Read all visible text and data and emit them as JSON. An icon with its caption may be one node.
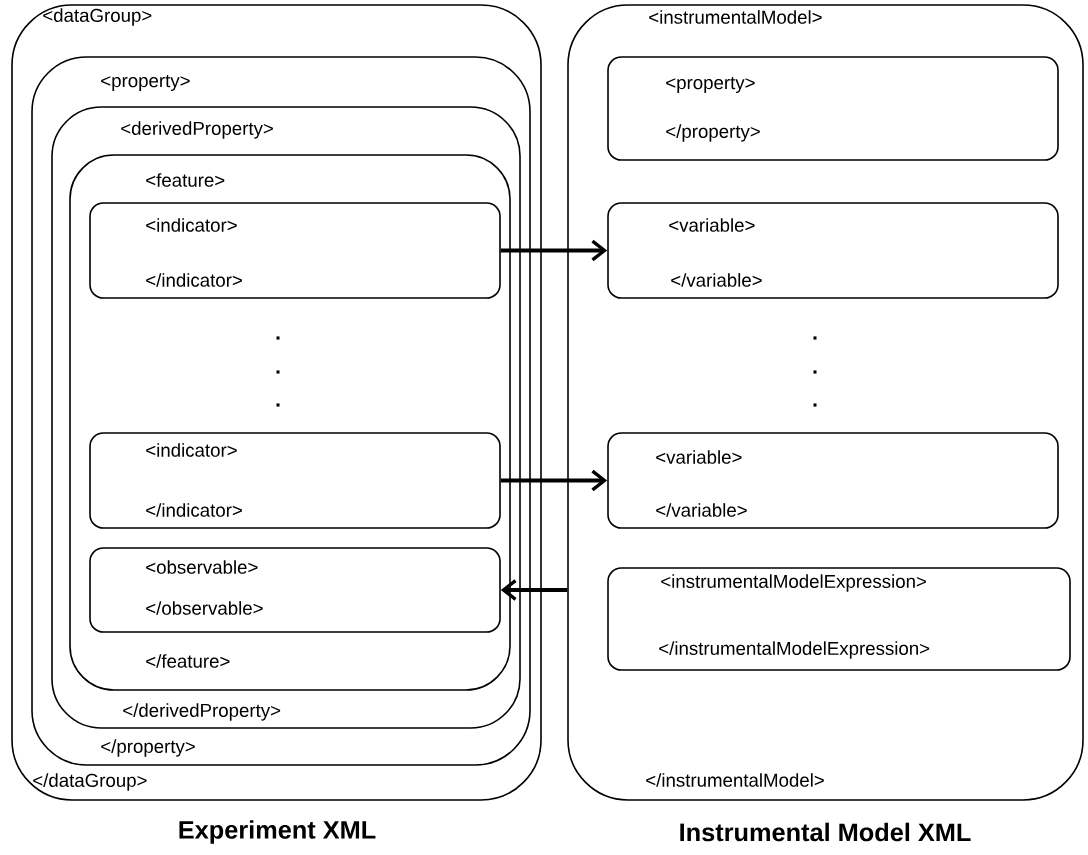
{
  "diagram": {
    "nodes": [
      {
        "text": [
          "<dataGroup>",
          "</dataGroup>"
        ],
        "beside": [
          "Experiment XML"
        ]
      },
      {
        "text": [
          "<property>",
          "</property>"
        ],
        "in": 0
      },
      {
        "text": [
          "<derivedProperty>",
          "</derivedProperty>"
        ],
        "in": 1
      },
      {
        "text": [
          "<feature>",
          "</feature>"
        ],
        "in": 2
      },
      {
        "text": [
          "<indicator>",
          "</indicator>"
        ],
        "in": 3
      },
      {
        "text": [
          "<indicator>",
          "</indicator>"
        ],
        "in": 3
      },
      {
        "text": [
          "<observable>",
          "</observable>"
        ],
        "in": 3
      },
      {
        "text": [
          "<instrumentalModel>",
          "</instrumentalModel>"
        ],
        "beside": [
          "Instrumental Model XML"
        ]
      },
      {
        "text": [
          "<property>",
          "</property>"
        ],
        "in": 7
      },
      {
        "text": [
          "<variable>",
          "</variable>"
        ],
        "in": 7
      },
      {
        "text": [
          "<variable>",
          "</variable>"
        ],
        "in": 7
      },
      {
        "text": [
          "<instrumentalModelExpression>",
          "</instrumentalModelExpression>"
        ],
        "in": 7
      }
    ],
    "edges": [
      {
        "from": 4,
        "to": 9,
        "arrow": "to"
      },
      {
        "from": 5,
        "to": 10,
        "arrow": "to"
      },
      {
        "from": 7,
        "to": 6,
        "arrow": "to"
      }
    ],
    "labels": [
      ".",
      ".",
      ".",
      ".",
      ".",
      "."
    ]
  }
}
